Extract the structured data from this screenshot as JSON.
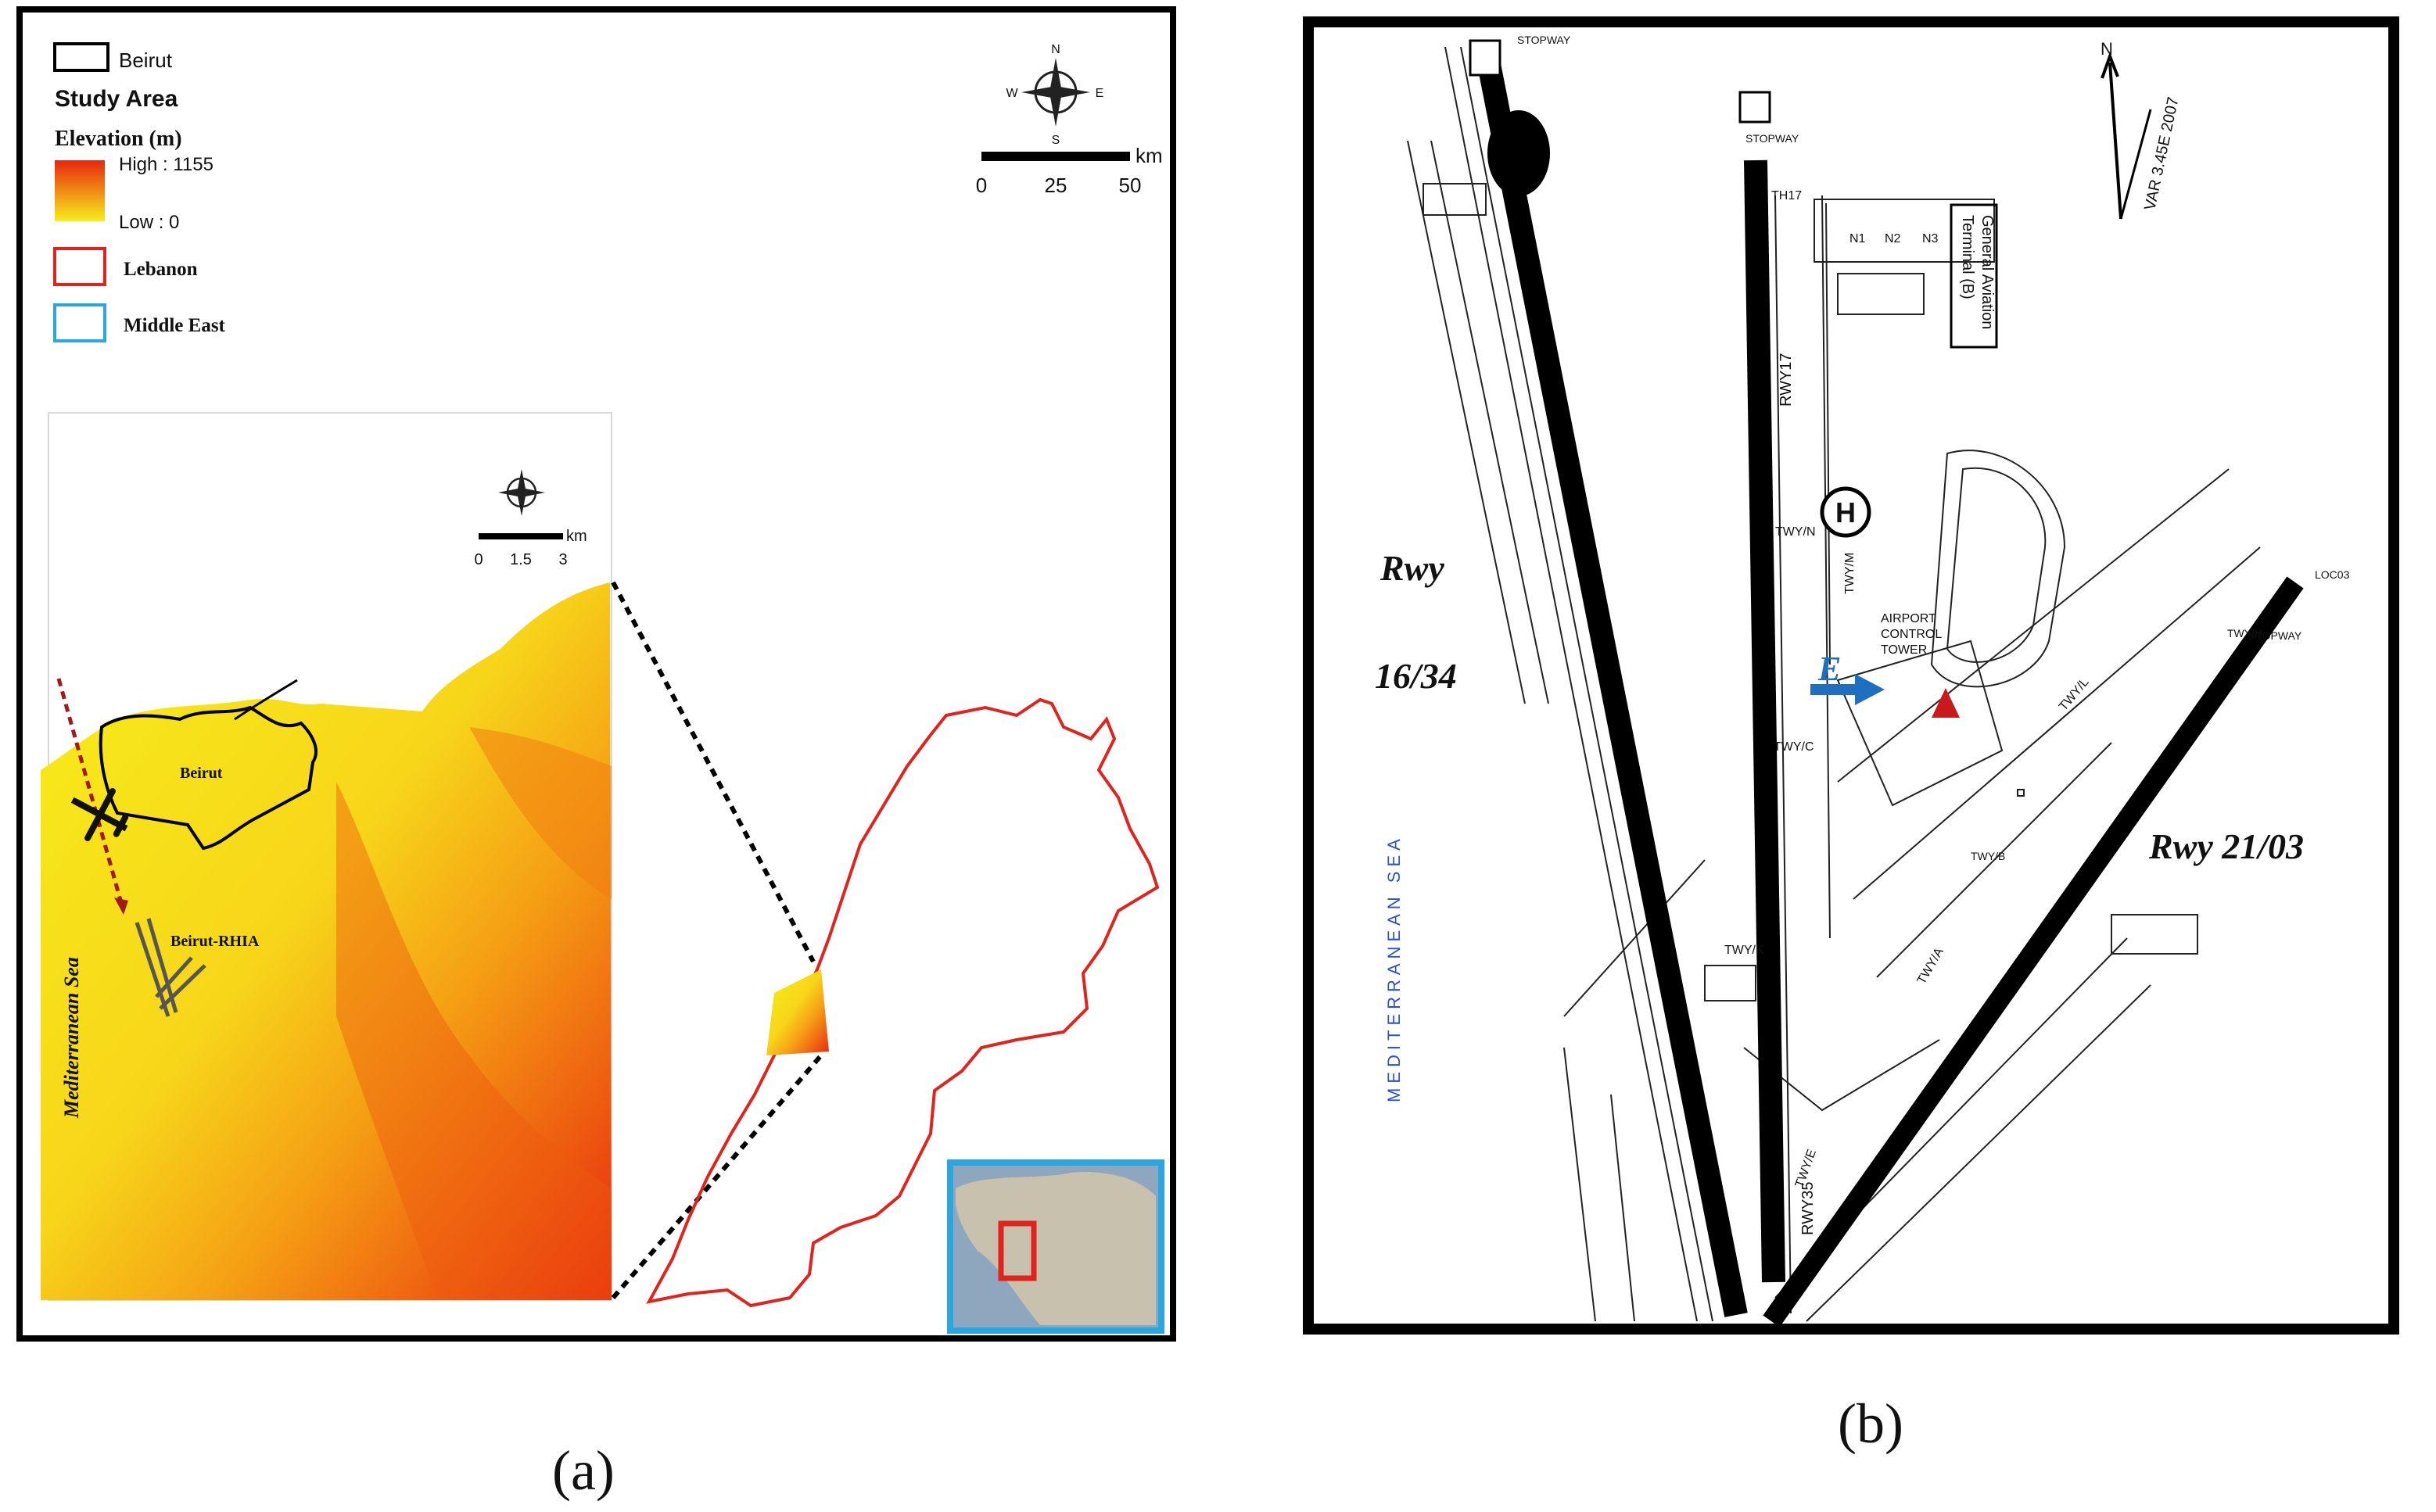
{
  "panel_a": {
    "label": "(a)",
    "legend": {
      "beirut": "Beirut",
      "study_area": "Study Area",
      "elevation_title": "Elevation (m)",
      "high": "High : 1155",
      "low": "Low : 0",
      "lebanon": "Lebanon",
      "middle_east": "Middle East"
    },
    "scalebar_main": {
      "unit": "km",
      "ticks": [
        "0",
        "25",
        "50"
      ]
    },
    "compass_letters": {
      "n": "N",
      "s": "S",
      "e": "E",
      "w": "W"
    },
    "inset": {
      "scalebar": {
        "unit": "km",
        "ticks": [
          "0",
          "1.5",
          "3"
        ]
      },
      "beirut_label": "Beirut",
      "airport_label": "Beirut-RHIA",
      "sea_label": "Mediterranean Sea"
    },
    "colors": {
      "lebanon_outline": "#e0231c",
      "middle_east_frame": "#2aa6e0",
      "elevation_high": "#e8260e",
      "elevation_low": "#f7ee1a",
      "flight_path": "#a31818"
    }
  },
  "panel_b": {
    "label": "(b)",
    "rwy_1634_line1": "Rwy",
    "rwy_1634_line2": "16/34",
    "rwy_2103": "Rwy 21/03",
    "north": "N",
    "variation": "VAR 3.45E 2007",
    "heliport": "H",
    "stopway": "STOPWAY",
    "th17": "TH17",
    "terminal": [
      "Terminal (B)",
      "General Aviation"
    ],
    "stands": [
      "N1",
      "N2",
      "N3"
    ],
    "taxiways": [
      "TWY/N",
      "TWY/M",
      "TWY/C",
      "TWY/L",
      "TWY/A",
      "TWY/B",
      "TWY/K",
      "TWY/E",
      "TWY/H"
    ],
    "rwy17": "RWY17",
    "rwy35": "RWY35",
    "tower": [
      "AIRPORT",
      "CONTROL",
      "TOWER"
    ],
    "loc": "LOC03",
    "sea": "MEDITERRANEAN     SEA",
    "marker_e": "E",
    "colors": {
      "blue_arrow": "#1f6fc0",
      "red_marker": "#c81a1a",
      "sea_text": "#2a52c8"
    }
  }
}
